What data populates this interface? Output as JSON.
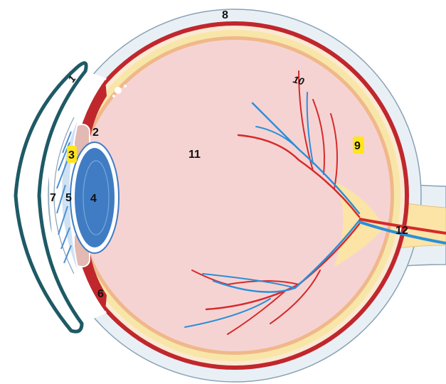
{
  "colors": {
    "sclera_outer": "#e8f0f6",
    "sclera_stroke": "#8aa2b4",
    "choroid": "#c0272d",
    "retina": "#f7e6a8",
    "vitreous": "#f6d3d3",
    "lens": "#3f7cc4",
    "lens_capsule": "#ffffff",
    "cornea": "#cfe2f4",
    "iris": "#5b9bd5",
    "artery": "#d62a2a",
    "vein": "#2b8fd8",
    "eyelid": "#1e5a66",
    "optic_nerve": "#fbe4a6",
    "highlight": "#ffe51a"
  },
  "labels": {
    "l1": "1",
    "l2": "2",
    "l3": "3",
    "l4": "4",
    "l5": "5",
    "l6": "6",
    "l7": "7",
    "l8": "8",
    "l9": "9",
    "l10": "10",
    "l11": "11",
    "l12": "12"
  }
}
